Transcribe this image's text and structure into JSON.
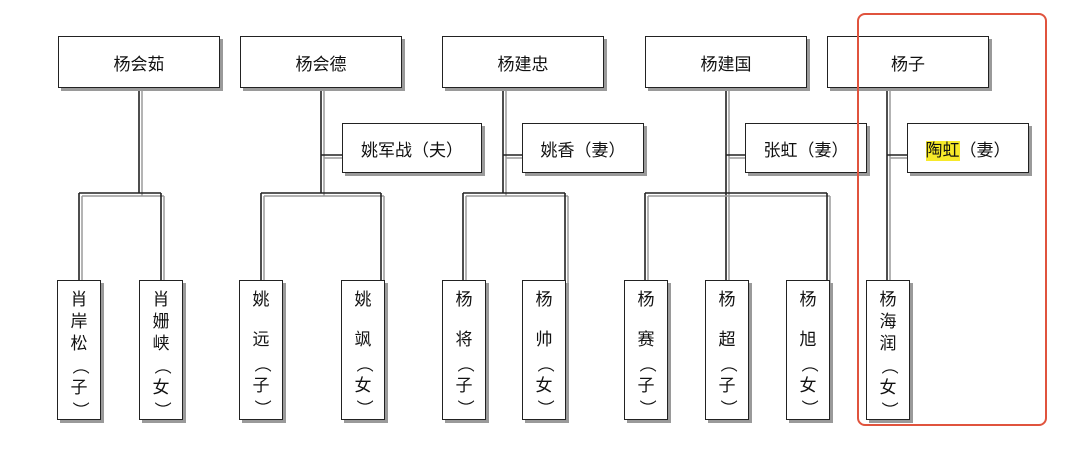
{
  "families": [
    {
      "parent": "杨会茹",
      "spouse": "",
      "children": [
        {
          "name": "肖岸松",
          "role": "子"
        },
        {
          "name": "肖姗峡",
          "role": "女"
        }
      ]
    },
    {
      "parent": "杨会德",
      "spouse": "姚军战（夫）",
      "children": [
        {
          "name": "姚远",
          "role": "子"
        },
        {
          "name": "姚飒",
          "role": "女"
        }
      ]
    },
    {
      "parent": "杨建忠",
      "spouse": "姚香（妻）",
      "children": [
        {
          "name": "杨将",
          "role": "子"
        },
        {
          "name": "杨帅",
          "role": "女"
        }
      ]
    },
    {
      "parent": "杨建国",
      "spouse": "张虹（妻）",
      "children": [
        {
          "name": "杨赛",
          "role": "子"
        },
        {
          "name": "杨超",
          "role": "子"
        },
        {
          "name": "杨旭",
          "role": "女"
        }
      ]
    },
    {
      "parent": "杨子",
      "spouse": "陶虹（妻）",
      "spouse_highlight": "陶虹",
      "children": [
        {
          "name": "杨海润",
          "role": "女"
        }
      ]
    }
  ],
  "colors": {
    "line": "#222222",
    "shadow": "#9a9a9a",
    "highlight": "#f7e92a",
    "outline": "#e0533d"
  }
}
